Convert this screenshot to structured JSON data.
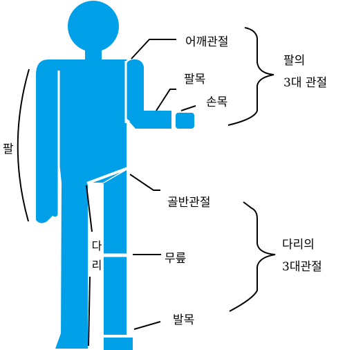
{
  "colors": {
    "body": "#00A0E9",
    "line": "#000000",
    "background": "#FFFFFF"
  },
  "labels": {
    "arm_left": "팔",
    "leg_vertical": "다리",
    "shoulder_joint": "어깨관절",
    "wrist": "팔목",
    "hand_wrist": "손목",
    "arm_group_line1": "팔의",
    "arm_group_line2": "3대 관절",
    "hip_joint": "골반관절",
    "knee": "무릎",
    "ankle": "발목",
    "leg_group_line1": "다리의",
    "leg_group_line2": "3대관절"
  }
}
